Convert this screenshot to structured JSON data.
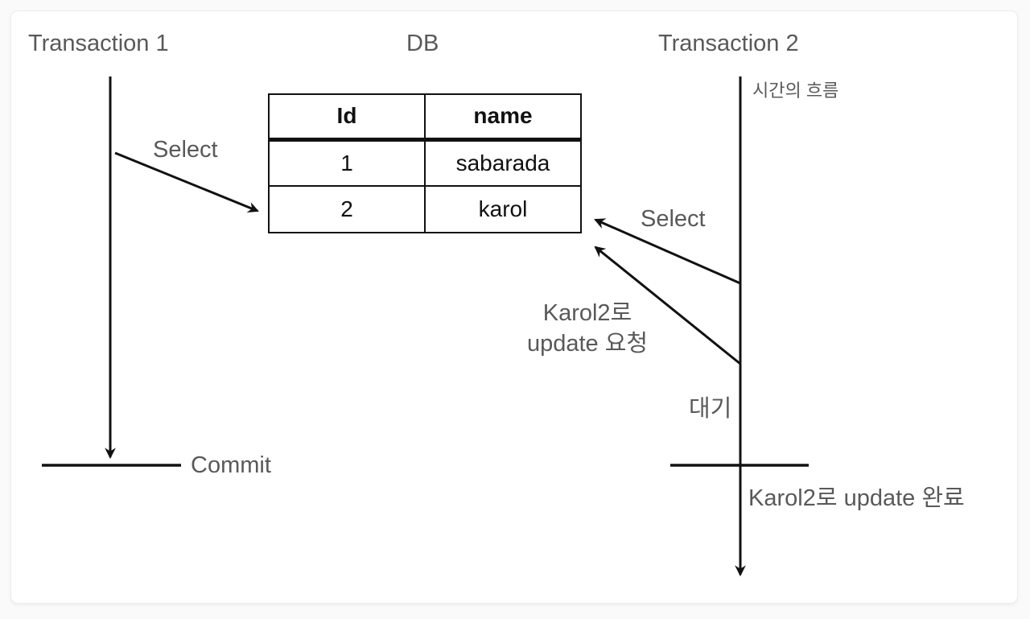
{
  "headers": {
    "transaction1": "Transaction 1",
    "db": "DB",
    "transaction2": "Transaction 2"
  },
  "table": {
    "columns": [
      "Id",
      "name"
    ],
    "rows": [
      [
        "1",
        "sabarada"
      ],
      [
        "2",
        "karol"
      ]
    ]
  },
  "labels": {
    "t1_select": "Select",
    "t1_commit": "Commit",
    "time_flow": "시간의 흐름",
    "t2_select": "Select",
    "t2_update_request_line1": "Karol2로",
    "t2_update_request_line2": "update 요청",
    "t2_wait": "대기",
    "t2_update_done": "Karol2로 update 완료"
  },
  "colors": {
    "background": "#fafafa",
    "card_background": "#ffffff",
    "label_gray": "#595959",
    "line_black": "#111111"
  }
}
